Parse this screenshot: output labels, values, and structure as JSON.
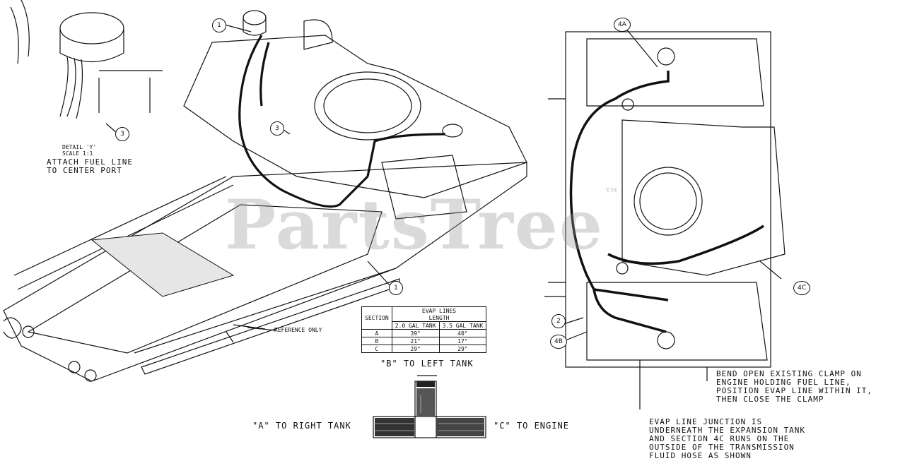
{
  "detail": {
    "caption1": "DETAIL 'Y'",
    "caption2": "SCALE 1:1",
    "note_line1": "ATTACH FUEL LINE",
    "note_line2": "TO CENTER PORT"
  },
  "callouts": {
    "c1_top": "1",
    "c3_detail": "3",
    "c3_engine": "3",
    "c1_bottom": "1",
    "c4a": "4A",
    "c4c": "4C",
    "c2": "2",
    "c4b": "4B"
  },
  "reference_only": "REFERENCE ONLY",
  "watermark": {
    "text": "PartsTree",
    "mark": "™"
  },
  "evap_table": {
    "title": "EVAP LINES",
    "length_header": "LENGTH",
    "section_header": "SECTION",
    "col1": "2.0 GAL TANK",
    "col2": "3.5 GAL TANK",
    "rows": [
      {
        "section": "A",
        "v1": "39\"",
        "v2": "40\""
      },
      {
        "section": "B",
        "v1": "21\"",
        "v2": "17\""
      },
      {
        "section": "C",
        "v1": "29\"",
        "v2": "29\""
      }
    ]
  },
  "junction": {
    "b_label": "\"B\" TO LEFT TANK",
    "a_label": "\"A\" TO RIGHT TANK",
    "c_label": "\"C\" TO ENGINE"
  },
  "right_notes": {
    "clamp_1": "BEND OPEN EXISTING CLAMP ON",
    "clamp_2": "ENGINE HOLDING FUEL LINE,",
    "clamp_3": "POSITION EVAP LINE WITHIN IT,",
    "clamp_4": "THEN CLOSE THE CLAMP",
    "evap_1": "EVAP LINE JUNCTION IS",
    "evap_2": "UNDERNEATH THE EXPANSION TANK",
    "evap_3": "AND SECTION 4C RUNS ON THE",
    "evap_4": "OUTSIDE OF THE TRANSMISSION",
    "evap_5": "FLUID HOSE AS SHOWN"
  }
}
